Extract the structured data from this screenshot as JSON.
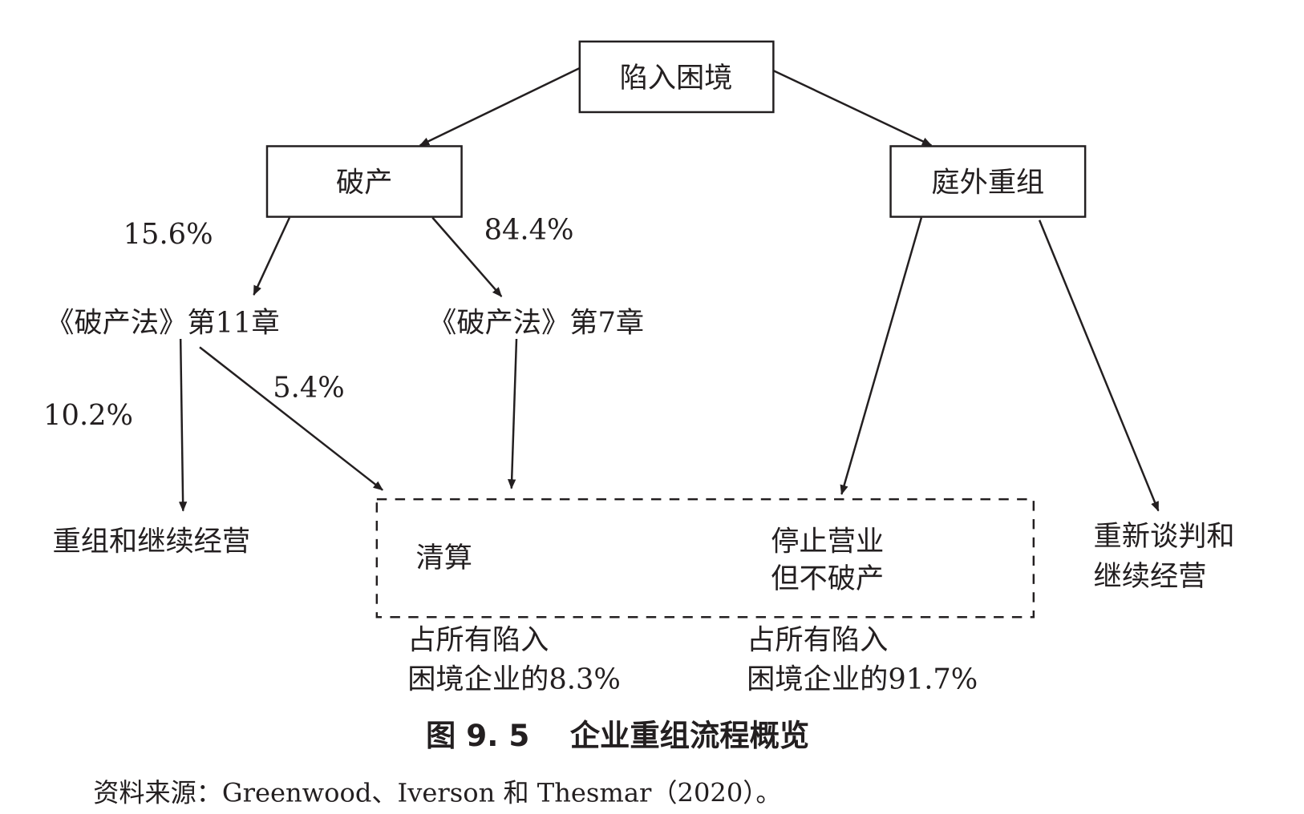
{
  "nodes": {
    "distress": "陷入困境",
    "bankruptcy": "破产",
    "out_of_court": "庭外重组",
    "chapter11": "《破产法》第11章",
    "chapter7": "《破产法》第7章",
    "reorganize": "重组和继续经营",
    "liquidation": "清算",
    "cease_line1": "停止营业",
    "cease_line2": "但不破产",
    "renegotiate_line1": "重新谈判和",
    "renegotiate_line2": "继续经营"
  },
  "labels": {
    "pct_ch11": "15.6%",
    "pct_ch7": "84.4%",
    "pct_reorg": "10.2%",
    "pct_ch11_liq": "5.4%",
    "left_note_line1": "占所有陷入",
    "left_note_line2": "困境企业的8.3%",
    "right_note_line1": "占所有陷入",
    "right_note_line2": "困境企业的91.7%"
  },
  "caption": "图 9. 5　 企业重组流程概览",
  "source": "资料来源：Greenwood、Iverson 和 Thesmar（2020）。"
}
